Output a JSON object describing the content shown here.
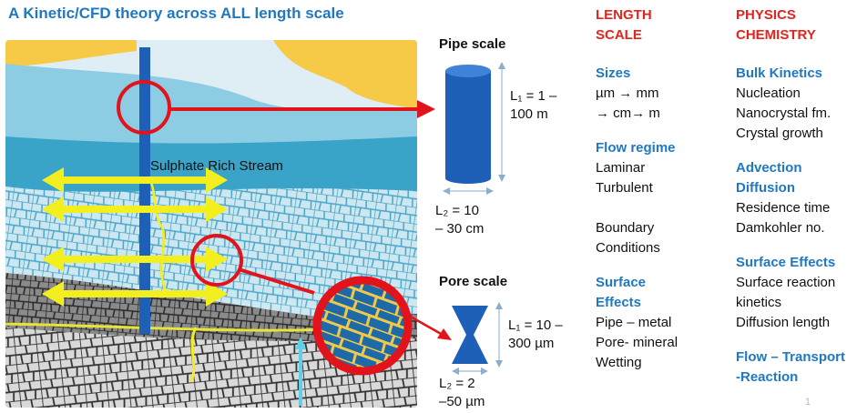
{
  "title": "A Kinetic/CFD theory across ALL length scale",
  "stream_label": "Sulphate Rich Stream",
  "pipe_scale": {
    "label": "Pipe scale",
    "l1": "L₁ = 1 –\n100 m",
    "l2": "L₂ = 10\n–  30 cm"
  },
  "pore_scale": {
    "label": "Pore scale",
    "l1": "L₁ = 10 –\n300 µm",
    "l2": "L₂ = 2\n–50 µm"
  },
  "length_scale_col": {
    "heading": "LENGTH\nSCALE",
    "groups": [
      {
        "heading": "Sizes",
        "items": "µm → mm\n→ cm→ m"
      },
      {
        "heading": "Flow regime",
        "items": "Laminar\nTurbulent\n\nBoundary\nConditions"
      },
      {
        "heading": "Surface\nEffects",
        "items": "Pipe – metal\nPore- mineral\nWetting"
      }
    ]
  },
  "physics_col": {
    "heading": "PHYSICS\nCHEMISTRY",
    "groups": [
      {
        "heading": "Bulk Kinetics",
        "items": "Nucleation\nNanocrystal fm.\nCrystal growth"
      },
      {
        "heading": "Advection\nDiffusion",
        "items": "Residence time\nDamkohler no."
      },
      {
        "heading": "Surface Effects",
        "items": "Surface reaction\nkinetics\nDiffusion length"
      },
      {
        "heading": "Flow – Transport\n-Reaction",
        "items": ""
      }
    ]
  },
  "page_number": "1",
  "colors": {
    "title_blue": "#1f78c1",
    "heading_red": "#e8221b",
    "pipe_blue": "#1e5fb8",
    "arrow_yellow": "#f3ee1e",
    "circle_red": "#e3131b"
  }
}
